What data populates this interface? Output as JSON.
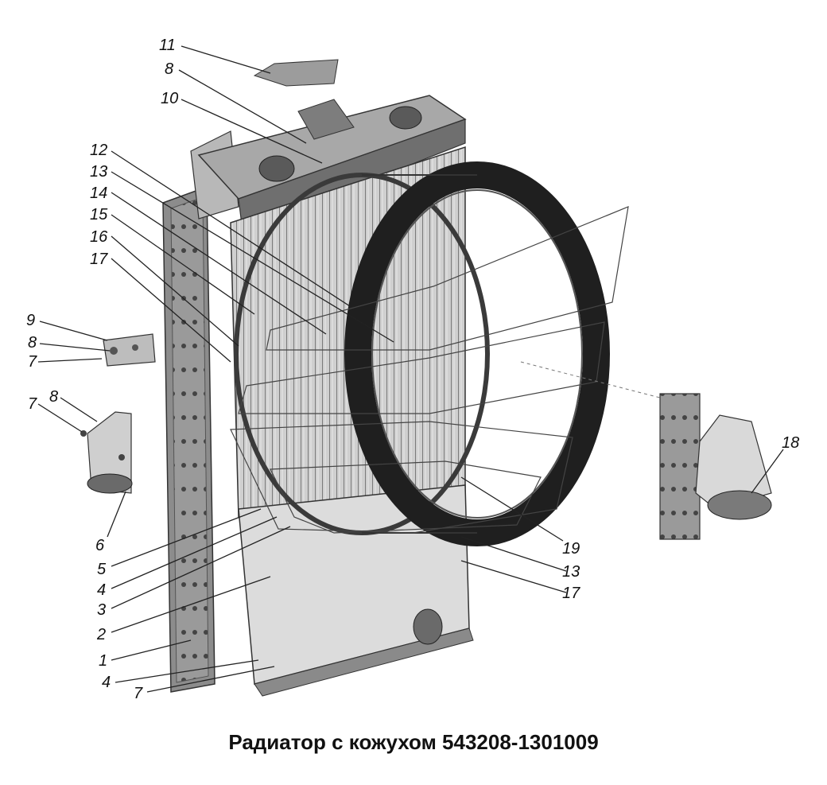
{
  "caption": "Радиатор с кожухом 543208-1301009",
  "callouts": {
    "c11": "11",
    "c8a": "8",
    "c10": "10",
    "c12": "12",
    "c13a": "13",
    "c14": "14",
    "c15": "15",
    "c16": "16",
    "c17a": "17",
    "c9": "9",
    "c8b": "8",
    "c7a": "7",
    "c7b": "7",
    "c8c": "8",
    "c6": "6",
    "c5": "5",
    "c4a": "4",
    "c3": "3",
    "c2": "2",
    "c1": "1",
    "c4b": "4",
    "c7c": "7",
    "c18": "18",
    "c19": "19",
    "c13b": "13",
    "c17b": "17"
  }
}
